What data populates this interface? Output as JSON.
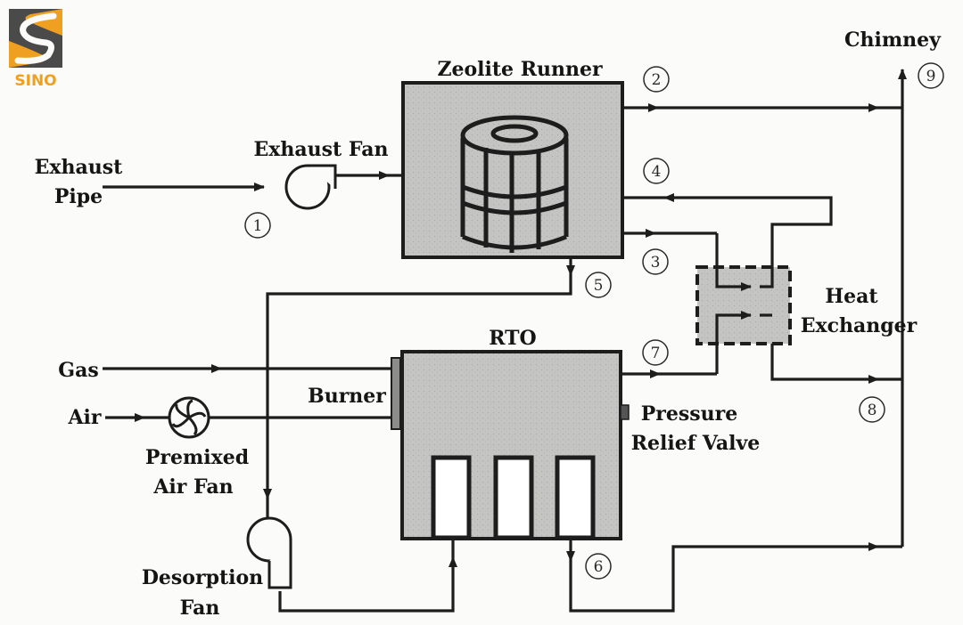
{
  "logo": {
    "text": "SINO",
    "accent_color": "#f0a020",
    "dark_color": "#4a4a4a"
  },
  "labels": {
    "zeolite_runner": "Zeolite Runner",
    "exhaust_fan": "Exhaust Fan",
    "exhaust_pipe_line1": "Exhaust",
    "exhaust_pipe_line2": "Pipe",
    "chimney": "Chimney",
    "heat_exchanger_line1": "Heat",
    "heat_exchanger_line2": "Exchanger",
    "rto": "RTO",
    "burner": "Burner",
    "gas": "Gas",
    "air": "Air",
    "premixed_fan_line1": "Premixed",
    "premixed_fan_line2": "Air Fan",
    "pressure_relief_line1": "Pressure",
    "pressure_relief_line2": "Relief Valve",
    "desorption_fan_line1": "Desorption",
    "desorption_fan_line2": "Fan"
  },
  "stream_numbers": {
    "s1": "①",
    "s2": "②",
    "s3": "③",
    "s4": "④",
    "s5": "⑤",
    "s6": "⑥",
    "s7": "⑦",
    "s8": "⑧",
    "s9": "⑨"
  },
  "colors": {
    "equipment_fill": "#c4c4c2",
    "line": "#1d1d1d",
    "background": "#fbfbf9"
  }
}
